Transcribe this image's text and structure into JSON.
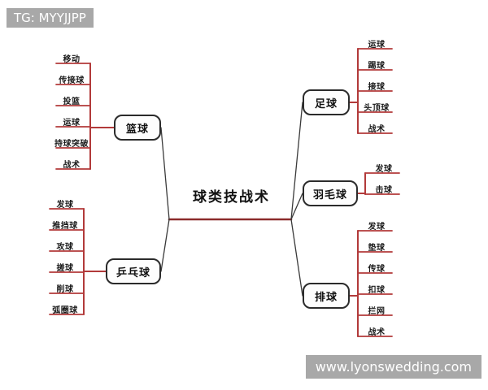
{
  "watermarks": {
    "top_left": "TG: MYYJJPP",
    "bottom_right": "www.lyonswedding.com"
  },
  "colors": {
    "branch_line": "#b23a3a",
    "trunk_line": "#8c2b2b",
    "connector_line": "#3a3a3a",
    "node_border": "#2b2b2b",
    "text": "#111111",
    "watermark_bg": "#a8a8a8",
    "background": "#ffffff"
  },
  "mindmap": {
    "type": "mindmap",
    "root": "球类技战术",
    "branches": [
      {
        "id": "basketball",
        "label": "篮球",
        "side": "left",
        "children": [
          "移动",
          "传接球",
          "投篮",
          "运球",
          "持球突破",
          "战术"
        ]
      },
      {
        "id": "table-tennis",
        "label": "乒乓球",
        "side": "left",
        "children": [
          "发球",
          "推挡球",
          "攻球",
          "搓球",
          "削球",
          "弧圈球"
        ]
      },
      {
        "id": "football",
        "label": "足球",
        "side": "right",
        "children": [
          "运球",
          "踢球",
          "接球",
          "头顶球",
          "战术"
        ]
      },
      {
        "id": "badminton",
        "label": "羽毛球",
        "side": "right",
        "children": [
          "发球",
          "击球"
        ]
      },
      {
        "id": "volleyball",
        "label": "排球",
        "side": "right",
        "children": [
          "发球",
          "垫球",
          "传球",
          "扣球",
          "拦网",
          "战术"
        ]
      }
    ]
  }
}
